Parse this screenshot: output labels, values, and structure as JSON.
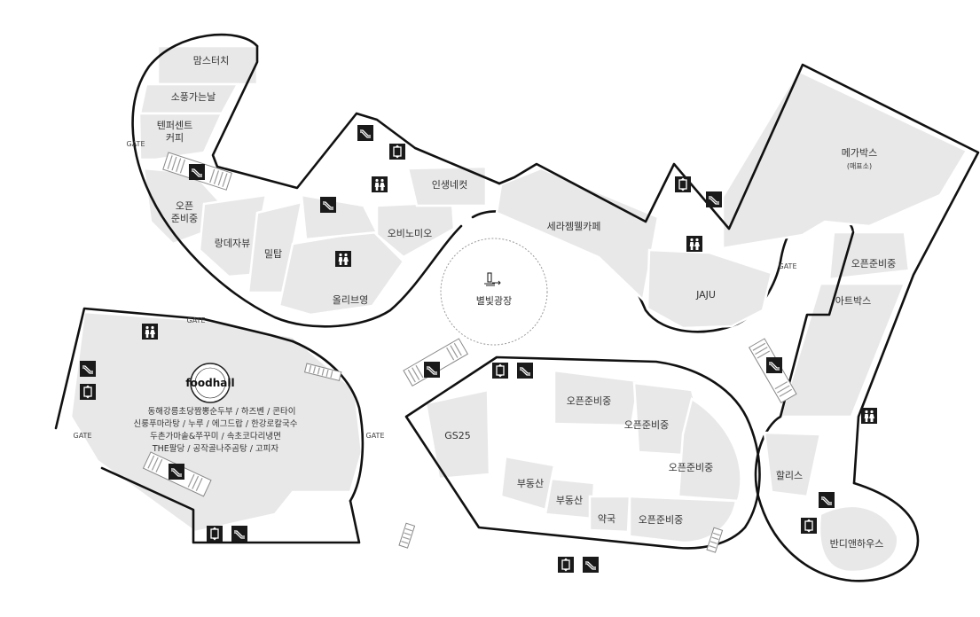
{
  "stores": {
    "mom_touch": "맘스터치",
    "sopung": "소풍가는날",
    "ten_percent_1": "텐퍼센트",
    "ten_percent_2": "커피",
    "open_prep_nw_1": "오픈",
    "open_prep_nw_2": "준비중",
    "langde": "랑데자뷰",
    "miltap": "밀탑",
    "olive_young": "올리브영",
    "obinomio": "오비노미오",
    "insaeng": "인생네컷",
    "cera": "세라젬웰카페",
    "jaju": "JAJU",
    "megabox_1": "메가박스",
    "megabox_2": "(매표소)",
    "open_prep_e": "오픈준비중",
    "artbox": "아트박스",
    "hollys": "할리스",
    "bandi": "반디앤하우스",
    "gs25": "GS25",
    "open_prep_s1": "오픈준비중",
    "open_prep_s2": "오픈준비중",
    "open_prep_s3": "오픈준비중",
    "open_prep_s4": "오픈준비중",
    "realty_1": "부동산",
    "realty_2": "부동산",
    "pharmacy": "약국",
    "plaza": "별빛광장"
  },
  "gates": {
    "nw": "GATE",
    "food_top": "GATE",
    "food_left": "GATE",
    "food_right": "GATE",
    "east": "GATE"
  },
  "foodhall": {
    "logo": "foodhall",
    "line1": "동해강릉초당짬뽕순두부 / 하즈벤 / 콘타이",
    "line2": "신룽푸마라탕 / 누루 / 에그드랍 / 한강로칼국수",
    "line3": "두촌가마솥&쭈꾸미 / 속초코다리냉면",
    "line4": "THE팔당 / 공작골나주곰탕 / 고피자"
  },
  "icons": {
    "restroom": "restroom-icon",
    "elevator": "elevator-icon",
    "escalator": "escalator-icon",
    "stairs": "stairs-icon",
    "plaza": "plaza-fountain-icon"
  },
  "colors": {
    "zone": "#e8e8e8",
    "wall": "#111111",
    "icon": "#1a1a1a"
  }
}
